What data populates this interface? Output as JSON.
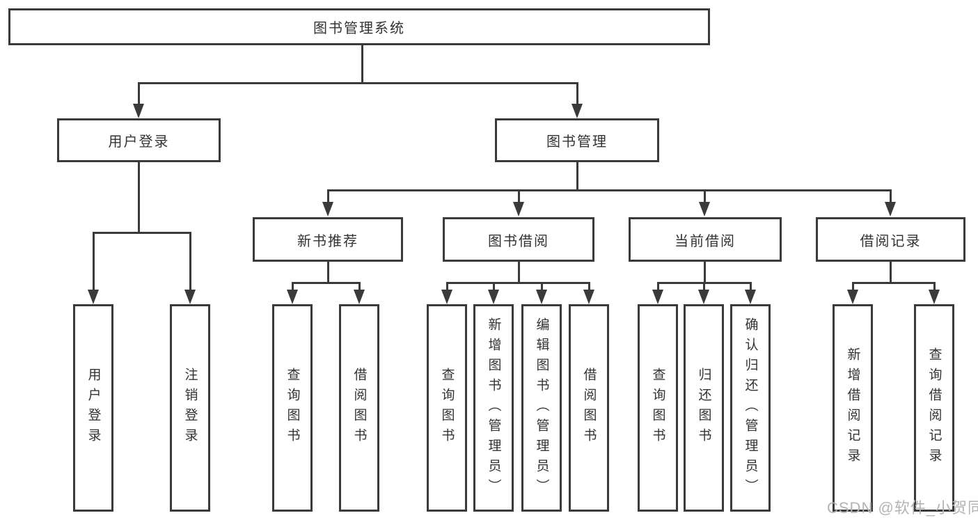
{
  "colors": {
    "line": "#3a3a3a",
    "text": "#333333",
    "background": "#ffffff",
    "watermark": "#b3b3b8"
  },
  "nodes": {
    "root": "图书管理系统",
    "user_login": "用户登录",
    "book_mgmt": "图书管理",
    "new_book_rec": "新书推荐",
    "book_borrow": "图书借阅",
    "current_borrow": "当前借阅",
    "borrow_records": "借阅记录"
  },
  "leaves": {
    "user_login": [
      "用户登录",
      "注销登录"
    ],
    "new_book_rec": [
      "查询图书",
      "借阅图书"
    ],
    "book_borrow": [
      "查询图书",
      "新增图书（管理员）",
      "编辑图书（管理员）",
      "借阅图书"
    ],
    "current_borrow": [
      "查询图书",
      "归还图书",
      "确认归还（管理员）"
    ],
    "borrow_records": [
      "新增借阅记录",
      "查询借阅记录"
    ]
  },
  "watermark": {
    "text": "CSDN @软件_小贺同学"
  }
}
